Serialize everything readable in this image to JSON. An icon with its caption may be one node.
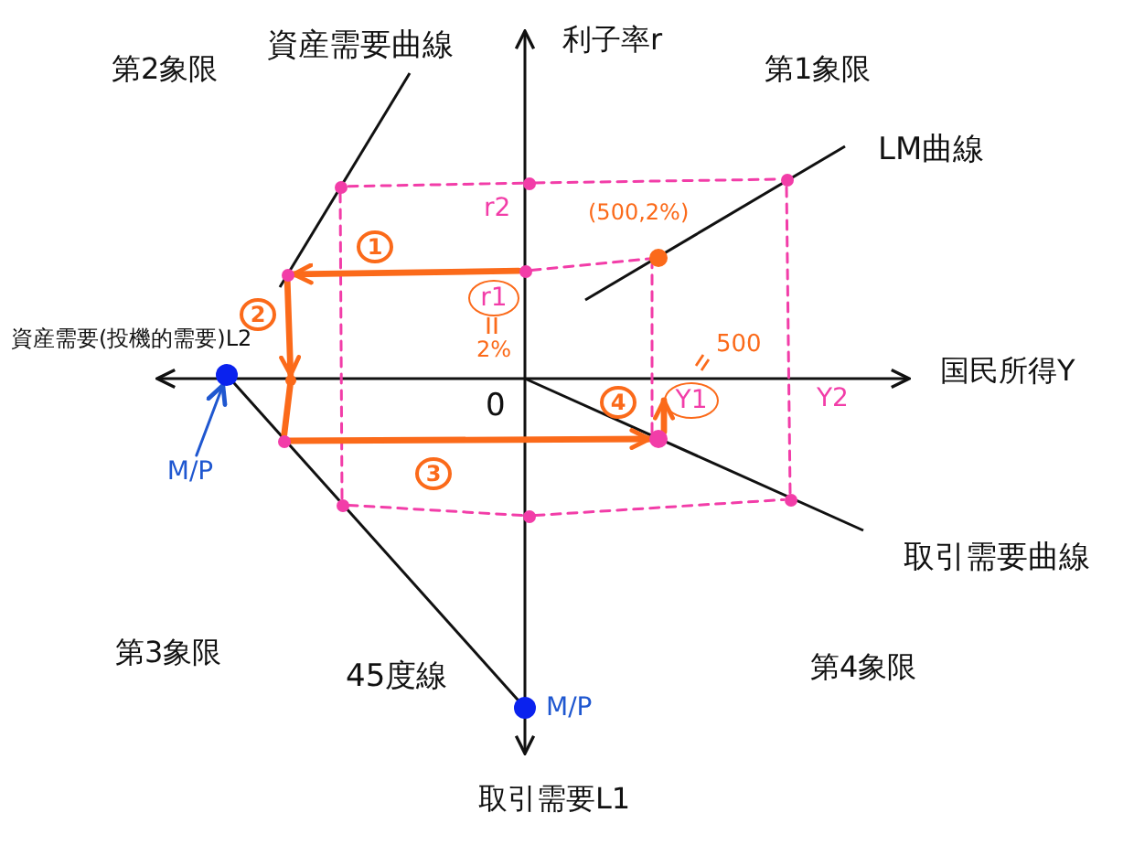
{
  "diagram": {
    "nodes": [
      {
        "text": [],
        "shape": "circle",
        "beside": [
          "r2"
        ]
      },
      {
        "text": [],
        "shape": "circle"
      },
      {
        "text": [],
        "shape": "circle"
      },
      {
        "text": [],
        "shape": "circle",
        "beside": [
          "(500,2%)"
        ]
      },
      {
        "text": [],
        "shape": "circle"
      },
      {
        "text": [],
        "shape": "circle"
      },
      {
        "text": [
          "r1"
        ],
        "beside": [
          "2%"
        ]
      },
      {
        "text": [],
        "shape": "circle"
      },
      {
        "text": [],
        "shape": "circle"
      },
      {
        "text": [
          "Y1"
        ],
        "beside": [
          "500"
        ]
      },
      {
        "text": [],
        "shape": "circle"
      },
      {
        "text": [],
        "shape": "circle"
      },
      {
        "text": [
          "M/P"
        ]
      },
      {
        "text": [],
        "shape": "circle"
      },
      {
        "text": [],
        "shape": "circle"
      },
      {
        "text": [],
        "shape": "circle"
      }
    ],
    "edges": [
      {
        "from": 4,
        "to": 5,
        "arrow": "to",
        "label": "1",
        "style": "thick",
        "color": "#fb6a1a"
      },
      {
        "from": 5,
        "to": 8,
        "arrow": "to",
        "label": "2",
        "style": "thick",
        "color": "#fb6a1a"
      },
      {
        "from": 8,
        "to": 10,
        "arrow": "none",
        "style": "thick",
        "color": "#fb6a1a"
      },
      {
        "from": 10,
        "to": 11,
        "arrow": "to",
        "label": "3",
        "style": "thick",
        "color": "#fb6a1a"
      },
      {
        "from": 11,
        "to": 9,
        "arrow": "to",
        "label": "4",
        "style": "thick",
        "color": "#fb6a1a"
      },
      {
        "from": 0,
        "to": 1,
        "arrow": "none",
        "style": "dashed"
      },
      {
        "from": 0,
        "to": 2,
        "arrow": "none",
        "style": "dashed"
      },
      {
        "from": 4,
        "to": 3,
        "arrow": "none",
        "style": "dashed"
      },
      {
        "from": 1,
        "to": 13,
        "arrow": "none",
        "style": "dashed"
      },
      {
        "from": 13,
        "to": 14,
        "arrow": "none",
        "style": "dashed"
      },
      {
        "from": 14,
        "to": 15,
        "arrow": "none",
        "style": "dashed"
      },
      {
        "from": 15,
        "to": 2,
        "arrow": "none",
        "style": "dashed"
      },
      {
        "from": 11,
        "to": 3,
        "arrow": "none",
        "style": "dashed"
      },
      {
        "from": 12,
        "to": 7,
        "arrow": "to",
        "color": "#1f57d0"
      }
    ],
    "labels": [
      "第2象限",
      "資産需要曲線",
      "利子率r",
      "第1象限",
      "LM曲線",
      "資産需要(投機的需要)L2",
      "0",
      "国民所得Y",
      "Y2",
      "取引需要曲線",
      "第3象限",
      "45度線",
      "M/P",
      "第4象限",
      "取引需要L1"
    ]
  }
}
